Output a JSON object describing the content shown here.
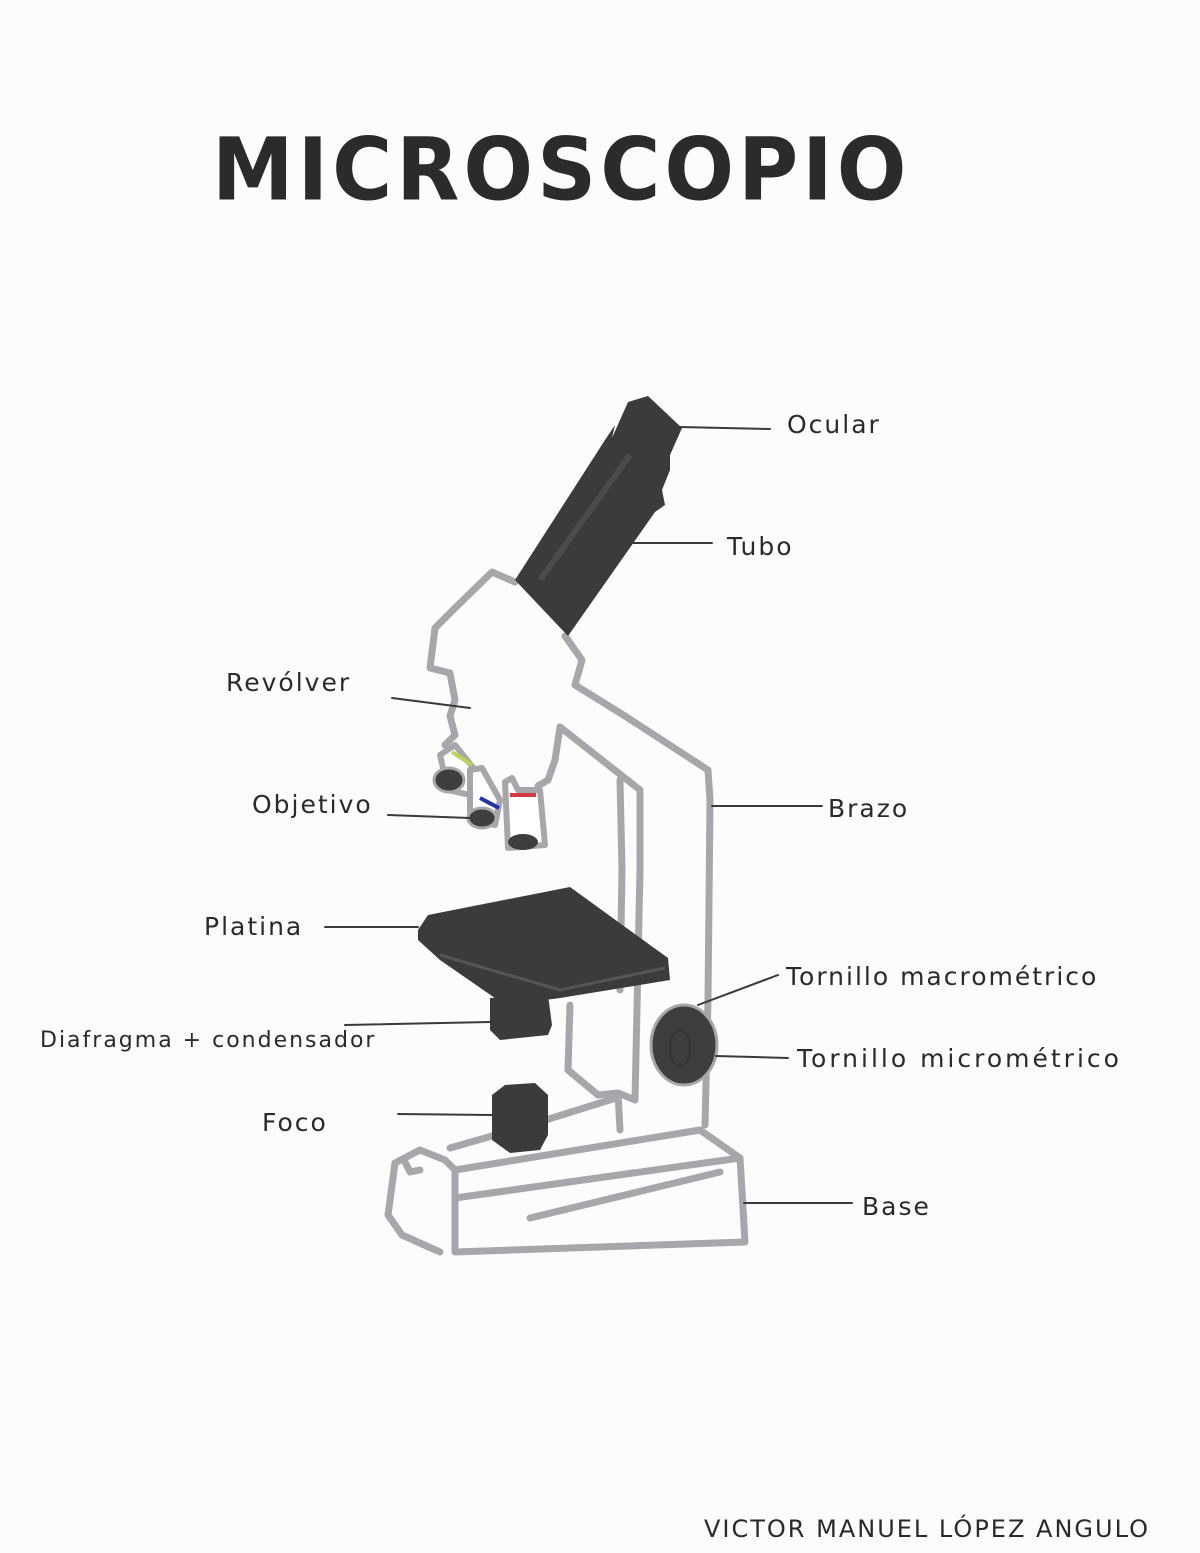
{
  "title": "MICROSCOPIO",
  "labels": {
    "ocular": "Ocular",
    "tubo": "Tubo",
    "revolver": "Revólver",
    "objetivo": "Objetivo",
    "brazo": "Brazo",
    "platina": "Platina",
    "diafragma": "Diafragma + condensador",
    "tornillo_macro": "Tornillo macrométrico",
    "tornillo_micro": "Tornillo micrométrico",
    "foco": "Foco",
    "base": "Base"
  },
  "author": "VICTOR MANUEL LÓPEZ ANGULO",
  "colors": {
    "background": "#fcfcfc",
    "ink": "#2a2a2a",
    "body_outline": "#a9a6ab",
    "dark_parts": "#3a3b3a",
    "objective_band_1": "#b5d65a",
    "objective_band_2": "#2233aa",
    "objective_band_3": "#d23a45"
  }
}
